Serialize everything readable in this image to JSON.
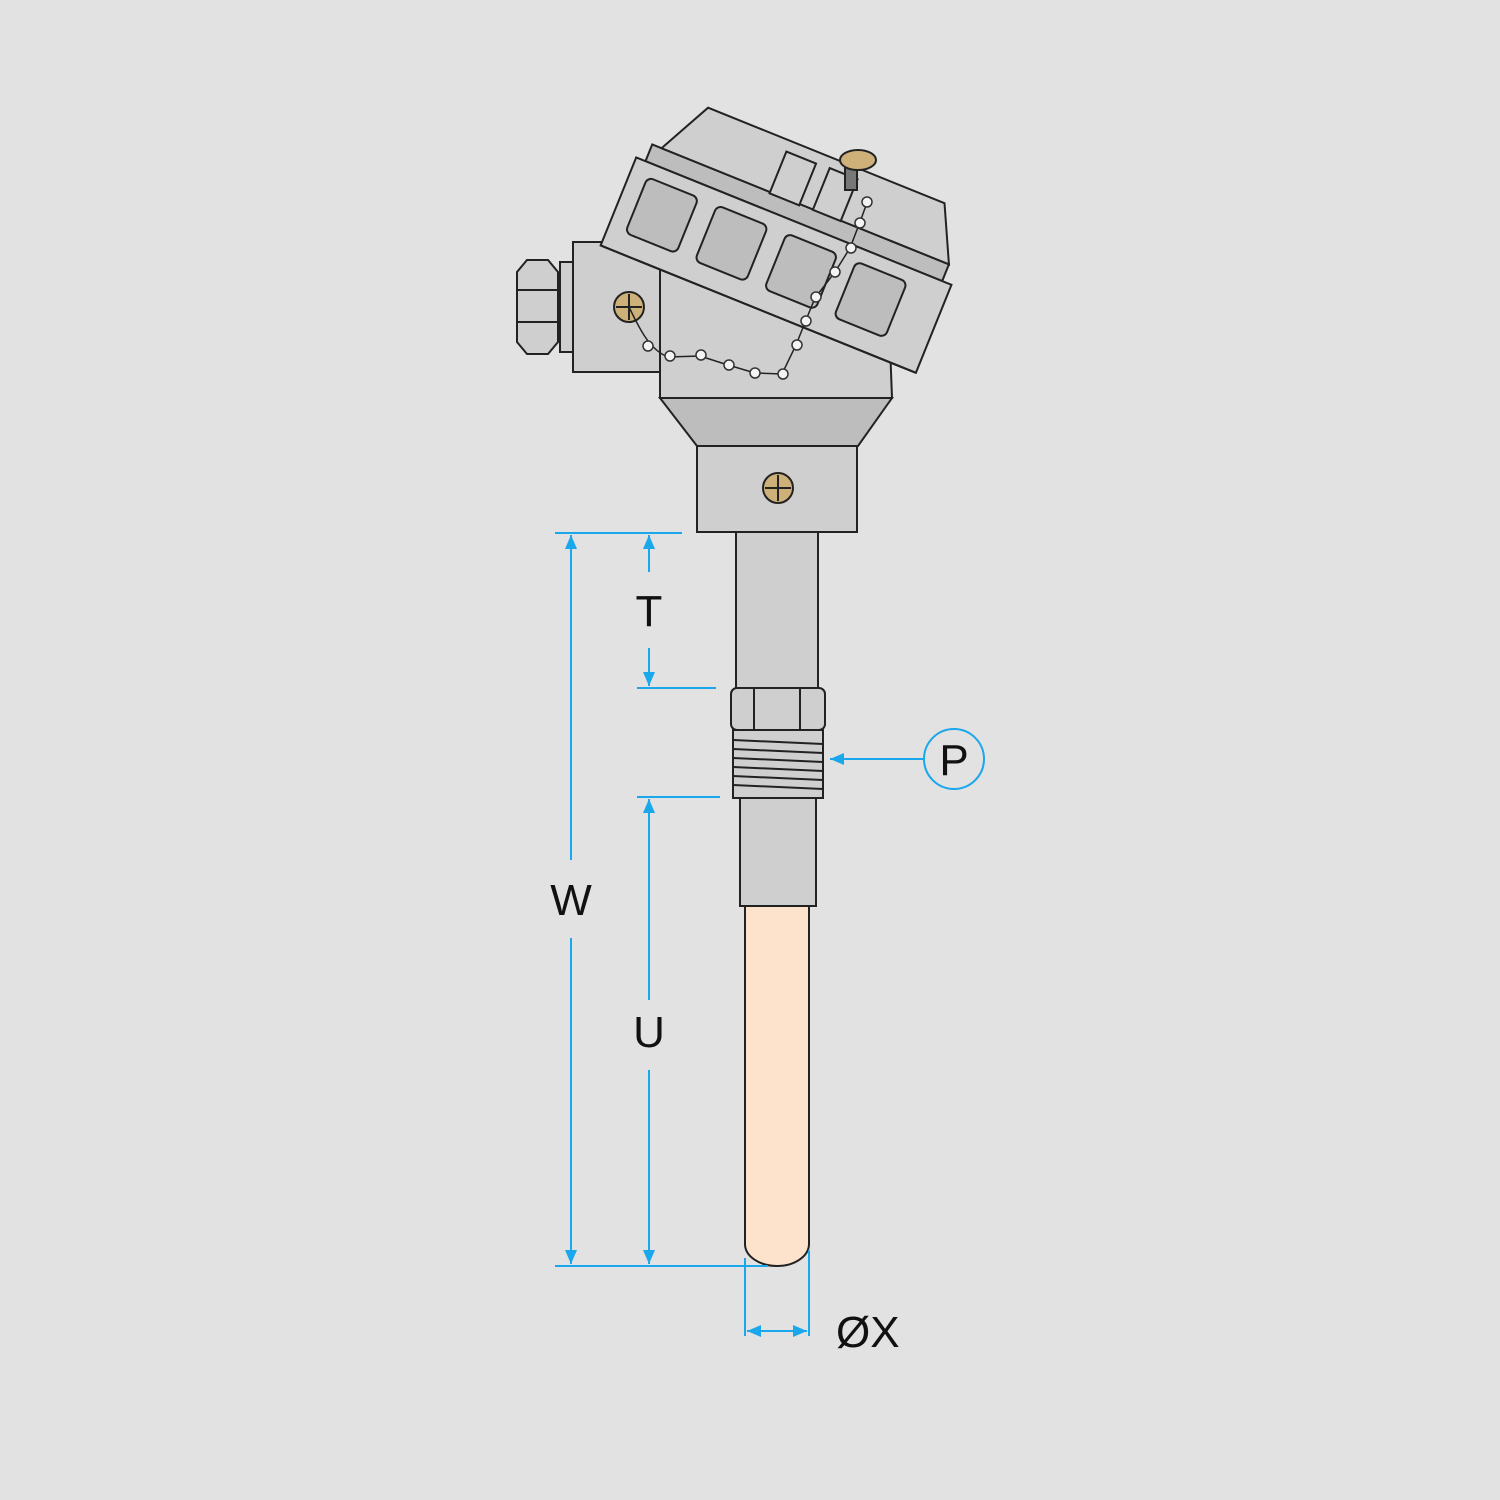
{
  "labels": {
    "T": "T",
    "W": "W",
    "U": "U",
    "P": "P",
    "X": "ØX"
  },
  "colors": {
    "background": "#e2e2e2",
    "dimension": "#1aa7ec",
    "metal": "#cfcfcf",
    "ceramic_tube": "#fde3cc",
    "brass": "#cdb178"
  }
}
